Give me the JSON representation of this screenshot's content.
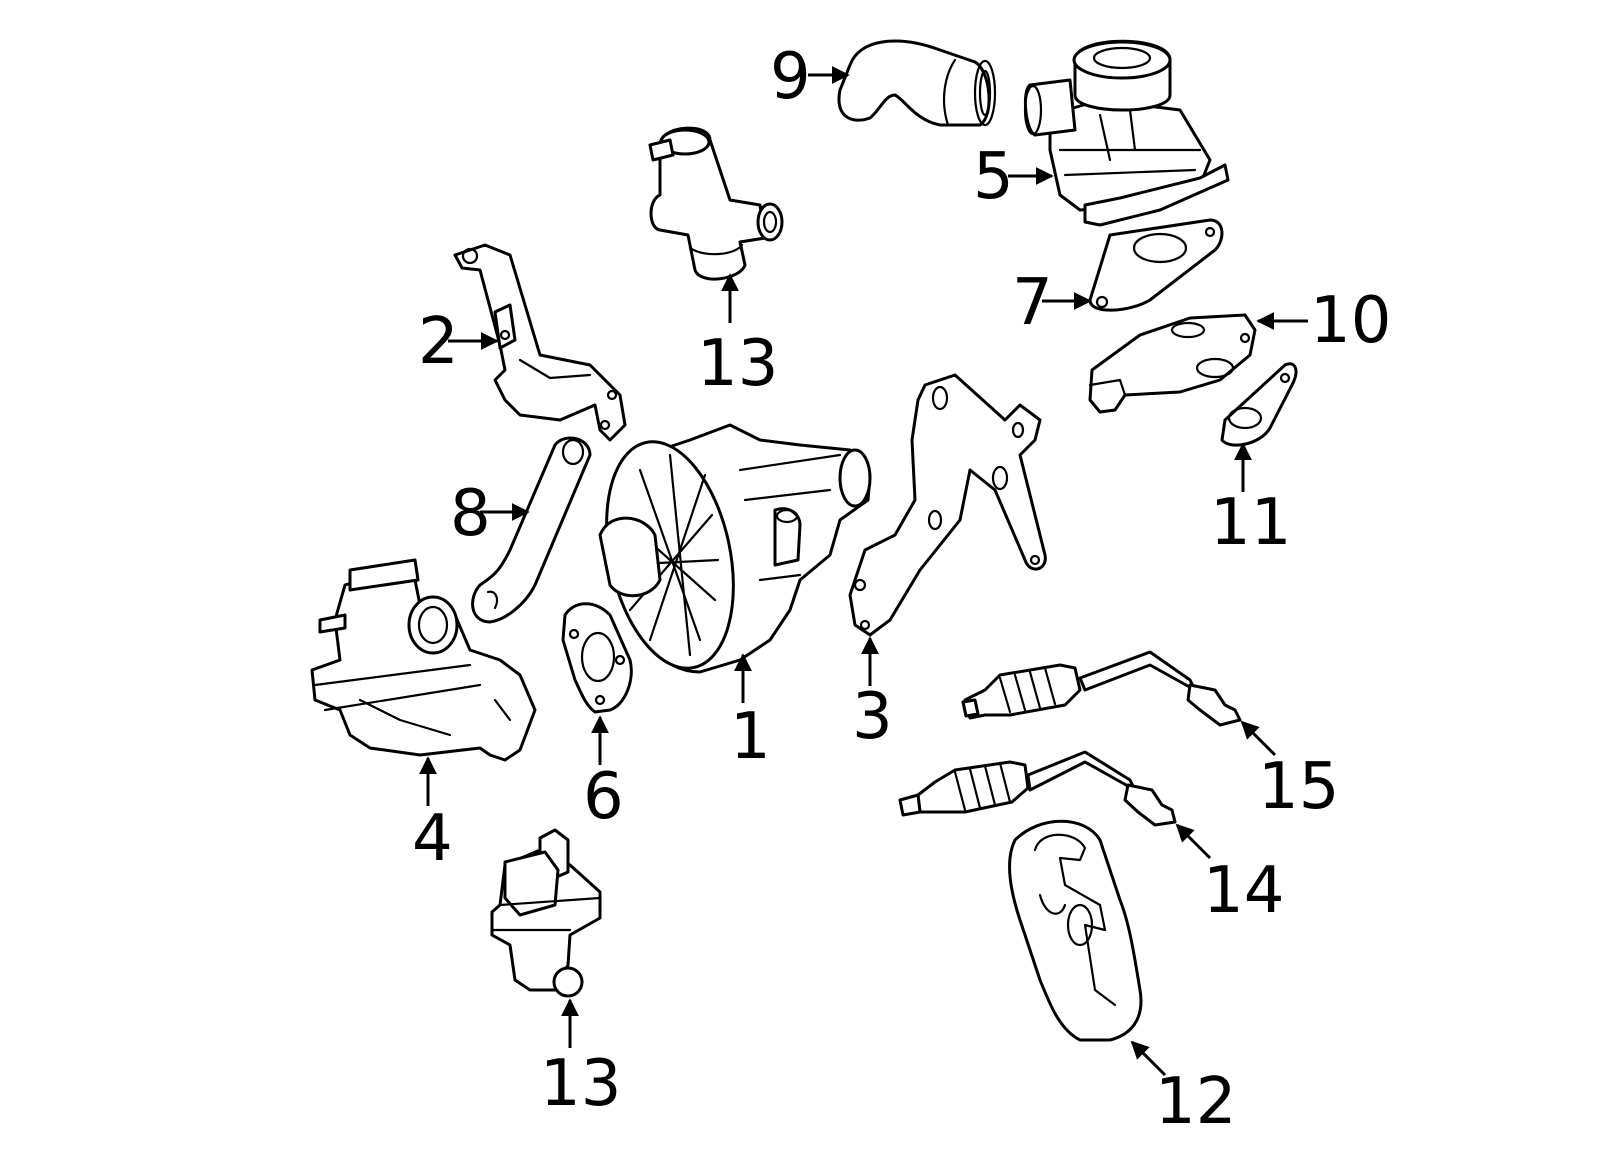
{
  "colors": {
    "line": "#000000",
    "background": "#ffffff"
  },
  "callouts": [
    {
      "id": "c1",
      "label": "1"
    },
    {
      "id": "c2",
      "label": "2"
    },
    {
      "id": "c3",
      "label": "3"
    },
    {
      "id": "c4",
      "label": "4"
    },
    {
      "id": "c5",
      "label": "5"
    },
    {
      "id": "c6",
      "label": "6"
    },
    {
      "id": "c7",
      "label": "7"
    },
    {
      "id": "c8",
      "label": "8"
    },
    {
      "id": "c9",
      "label": "9"
    },
    {
      "id": "c10",
      "label": "10"
    },
    {
      "id": "c11",
      "label": "11"
    },
    {
      "id": "c12",
      "label": "12"
    },
    {
      "id": "c13a",
      "label": "13"
    },
    {
      "id": "c13b",
      "label": "13"
    },
    {
      "id": "c14",
      "label": "14"
    },
    {
      "id": "c15",
      "label": "15"
    }
  ]
}
